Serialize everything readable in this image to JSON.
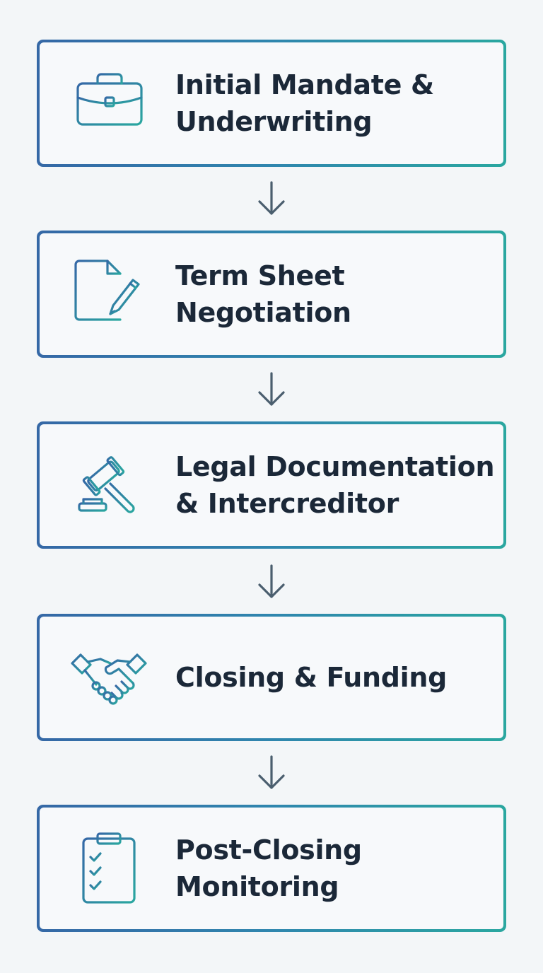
{
  "steps": [
    {
      "line1": "Initial Mandate &",
      "line2": "Underwriting",
      "icon": "briefcase-icon"
    },
    {
      "line1": "Term Sheet",
      "line2": "Negotiation",
      "icon": "document-pen-icon"
    },
    {
      "line1": "Legal Documentation",
      "line2": "& Intercreditor",
      "icon": "gavel-icon"
    },
    {
      "line1": "Closing & Funding",
      "line2": "",
      "icon": "handshake-icon"
    },
    {
      "line1": "Post-Closing",
      "line2": "Monitoring",
      "icon": "clipboard-checklist-icon"
    }
  ],
  "colors": {
    "gradient_start": "#3568a6",
    "gradient_end": "#2aa7a0",
    "text": "#1b2838",
    "arrow": "#4a5e6e",
    "background": "#f3f6f8"
  }
}
